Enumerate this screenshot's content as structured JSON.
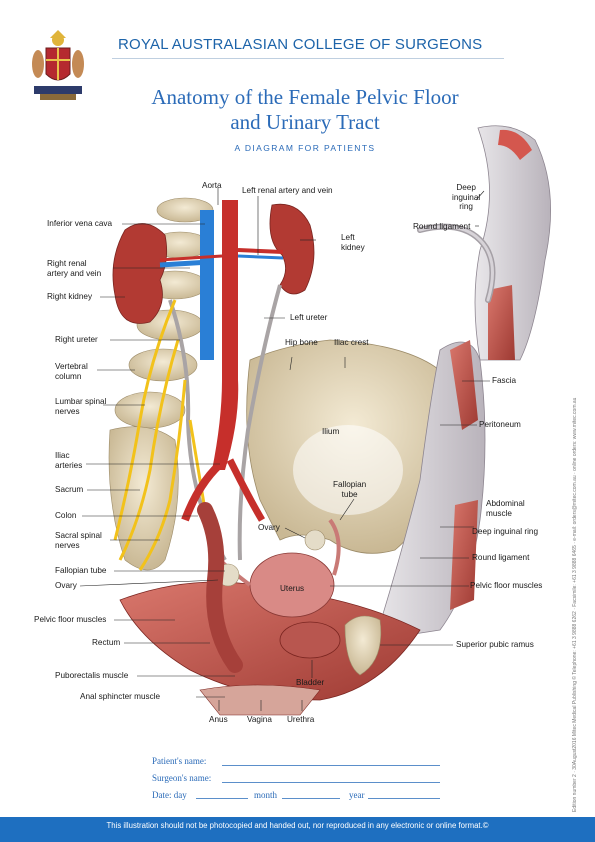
{
  "header": {
    "college_name": "ROYAL AUSTRALASIAN COLLEGE OF SURGEONS",
    "title_line1": "Anatomy of the Female Pelvic Floor",
    "title_line2": "and Urinary Tract",
    "subtitle": "A DIAGRAM FOR PATIENTS"
  },
  "labels": {
    "aorta": "Aorta",
    "left_renal": "Left renal artery and vein",
    "inferior_vena_cava": "Inferior vena cava",
    "left_kidney": "Left\nkidney",
    "right_renal": "Right renal\nartery and vein",
    "right_kidney": "Right kidney",
    "left_ureter": "Left ureter",
    "right_ureter": "Right ureter",
    "hip_bone": "Hip bone",
    "iliac_crest": "Iliac crest",
    "vertebral_column": "Vertebral\ncolumn",
    "lumbar_spinal_nerves": "Lumbar spinal\nnerves",
    "ilium": "Ilium",
    "iliac_arteries": "Iliac\narteries",
    "sacrum": "Sacrum",
    "colon": "Colon",
    "sacral_spinal_nerves": "Sacral spinal\nnerves",
    "fallopian_tube_left": "Fallopian tube",
    "ovary_left": "Ovary",
    "fallopian_tube_right": "Fallopian\ntube",
    "ovary_right": "Ovary",
    "uterus": "Uterus",
    "pelvic_floor_muscles_left": "Pelvic floor muscles",
    "rectum": "Rectum",
    "puborectalis_muscle": "Puborectalis muscle",
    "anal_sphincter_muscle": "Anal sphincter muscle",
    "bladder": "Bladder",
    "anus": "Anus",
    "vagina": "Vagina",
    "urethra": "Urethra",
    "deep_inguinal_ring_top": "Deep\ninguinal\nring",
    "round_ligament_top": "Round ligament",
    "fascia": "Fascia",
    "peritoneum": "Peritoneum",
    "abdominal_muscle": "Abdominal\nmuscle",
    "deep_inguinal_ring": "Deep inguinal ring",
    "round_ligament": "Round ligament",
    "pelvic_floor_muscles_right": "Pelvic floor muscles",
    "superior_pubic_ramus": "Superior pubic ramus"
  },
  "form": {
    "patient_name": "Patient's name:",
    "surgeon_name": "Surgeon's name:",
    "date_day": "Date: day",
    "month": "month",
    "year": "year"
  },
  "side_text": "Edition number 2 · 30August2016 Mitec Medical Publishing © Telephone: +61 3 9888 6262 · Facsimile: +61 3 9888 6465 · e-mail: orders@mitec.com.au · online orders: www.mitec.com.au",
  "footer": {
    "notice": "This illustration should not be photocopied and handed out, nor reproduced in any electronic or online format.©"
  },
  "colors": {
    "brand_blue": "#2b6bb8",
    "footer_blue": "#1e6fc0"
  }
}
